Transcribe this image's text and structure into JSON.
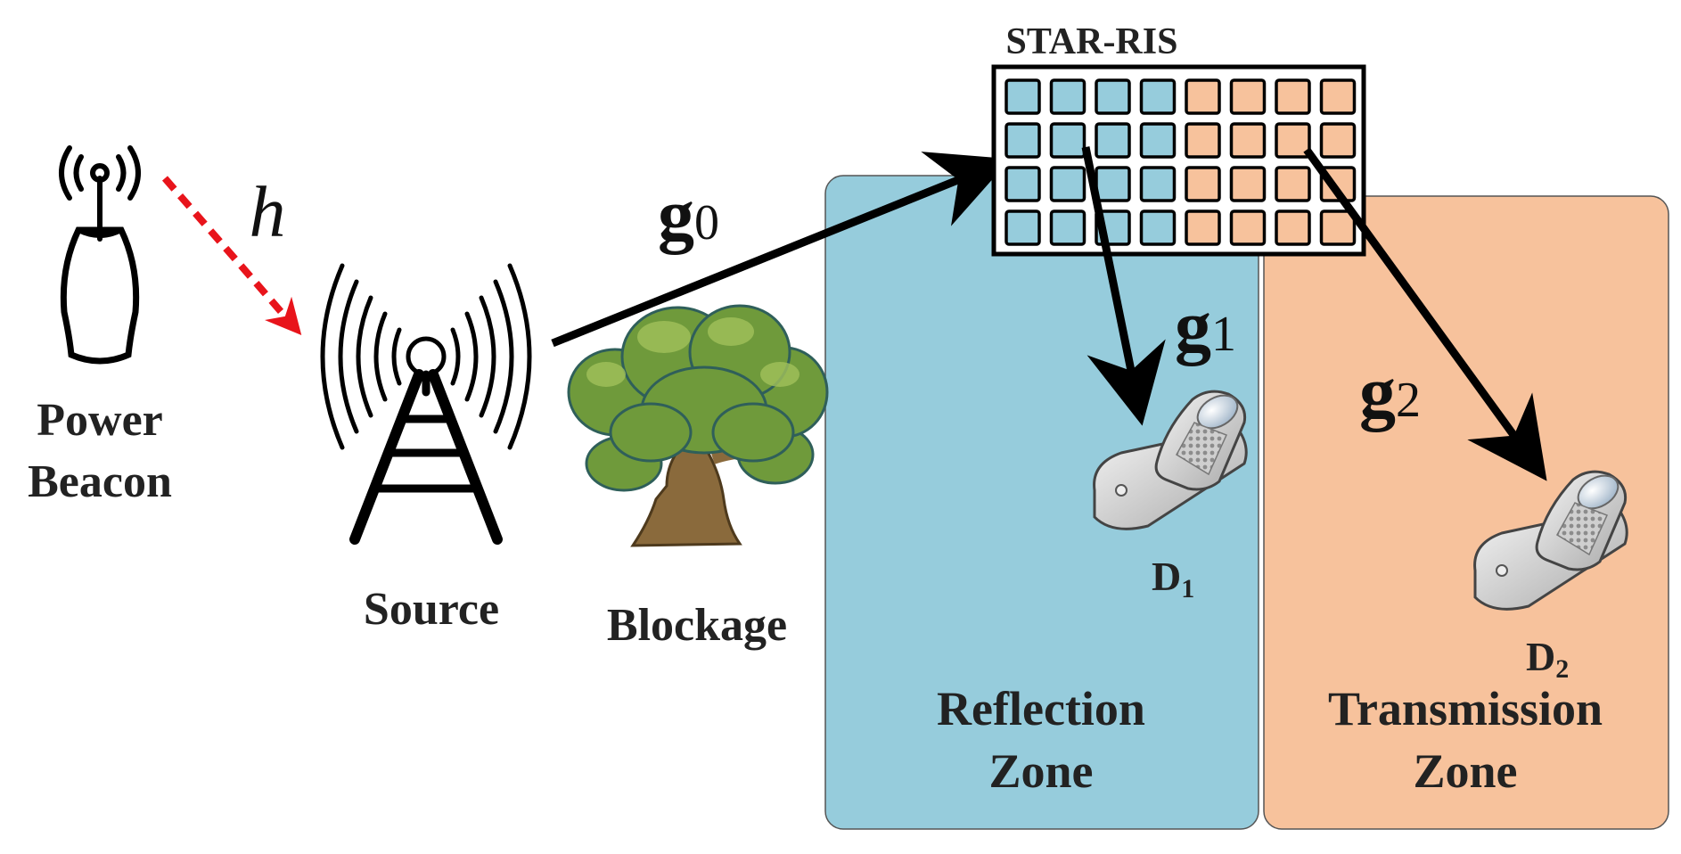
{
  "nodes": {
    "power_beacon": {
      "line1": "Power",
      "line2": "Beacon"
    },
    "source": {
      "label": "Source"
    },
    "blockage": {
      "label": "Blockage"
    },
    "star_ris": {
      "label": "STAR-RIS"
    },
    "d1": {
      "letter": "D",
      "sub": "1"
    },
    "d2": {
      "letter": "D",
      "sub": "2"
    }
  },
  "zones": {
    "reflection": {
      "line1": "Reflection",
      "line2": "Zone"
    },
    "transmission": {
      "line1": "Transmission",
      "line2": "Zone"
    }
  },
  "links": {
    "h": "h",
    "g0": {
      "base": "g",
      "sub": "0"
    },
    "g1": {
      "base": "g",
      "sub": "1"
    },
    "g2": {
      "base": "g",
      "sub": "2"
    }
  },
  "colors": {
    "reflection_zone": "#96ccdc",
    "transmission_zone": "#f7c29c",
    "ris_reflect_element": "#96ccdc",
    "ris_transmit_element": "#f7c29c",
    "energy_link": "#e8141b",
    "link": "#000000",
    "tree_foliage": "#6f9a3b",
    "tree_trunk": "#8a6a3c"
  },
  "ris": {
    "rows": 4,
    "cols": 8,
    "reflect_cols": 4
  }
}
